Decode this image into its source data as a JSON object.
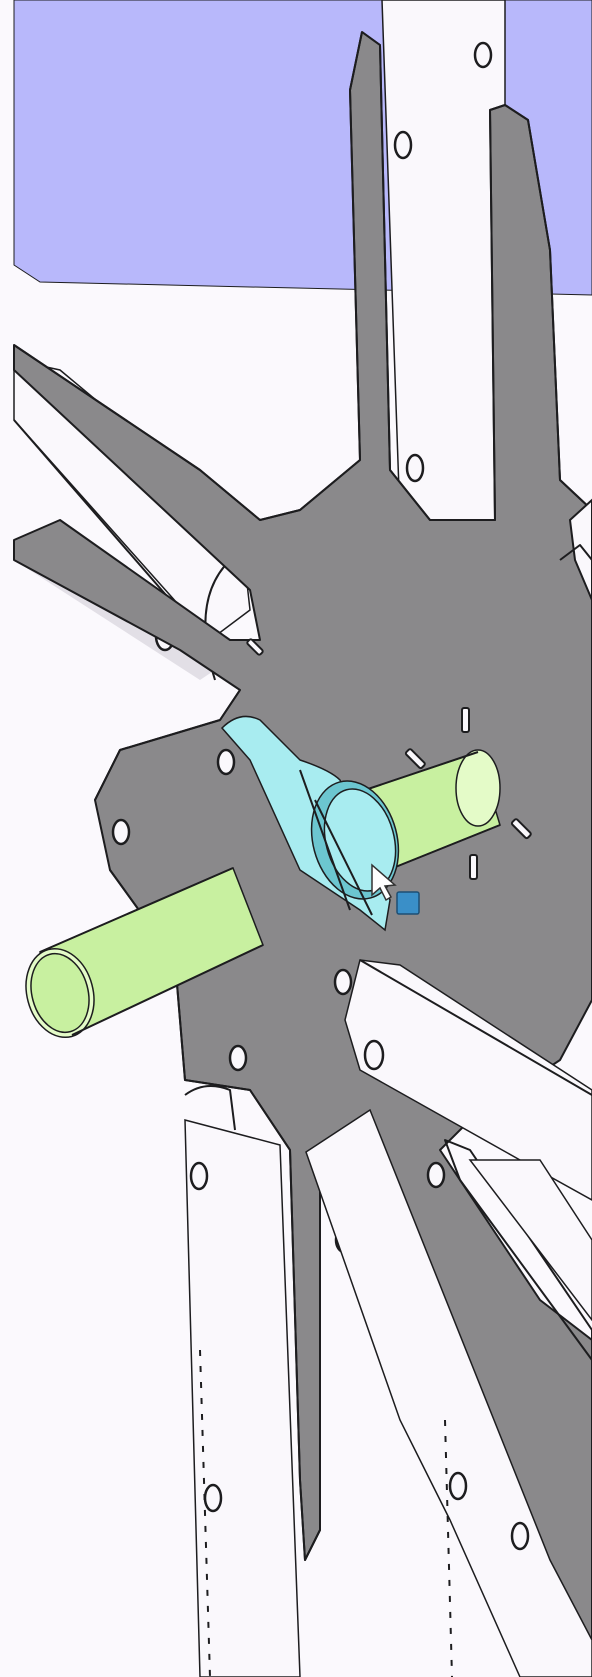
{
  "app": {
    "viewport": "cad-3d-viewport"
  },
  "colors": {
    "background_sky": "#b8b8fb",
    "background_floor": "#fbf9fd",
    "sheet_metal": "#8a898b",
    "sheet_metal_edge": "#1d1d1f",
    "tube_white": "#faf8fc",
    "tube_shadow": "#e2dfe6",
    "selected_part": "#a8ecf0",
    "selected_part_dark": "#6cc6d0",
    "highlight_shaft": "#c8f0a0",
    "highlight_shaft_light": "#e4fbc8",
    "cursor_handle": "#3a8fc8"
  },
  "parts": [
    {
      "name": "frame-plate",
      "kind": "sheet-metal"
    },
    {
      "name": "tube-upper",
      "kind": "tube"
    },
    {
      "name": "tube-left",
      "kind": "tube"
    },
    {
      "name": "tube-lower-right",
      "kind": "tube"
    },
    {
      "name": "tube-bottom-left",
      "kind": "tube"
    },
    {
      "name": "tube-bottom-right",
      "kind": "tube"
    },
    {
      "name": "motor-bracket",
      "kind": "selected"
    },
    {
      "name": "shaft-front",
      "kind": "cylinder"
    },
    {
      "name": "shaft-rear",
      "kind": "cylinder"
    }
  ],
  "icons": {
    "cursor": "arrow-pointer-icon",
    "handle": "square-handle-icon"
  }
}
